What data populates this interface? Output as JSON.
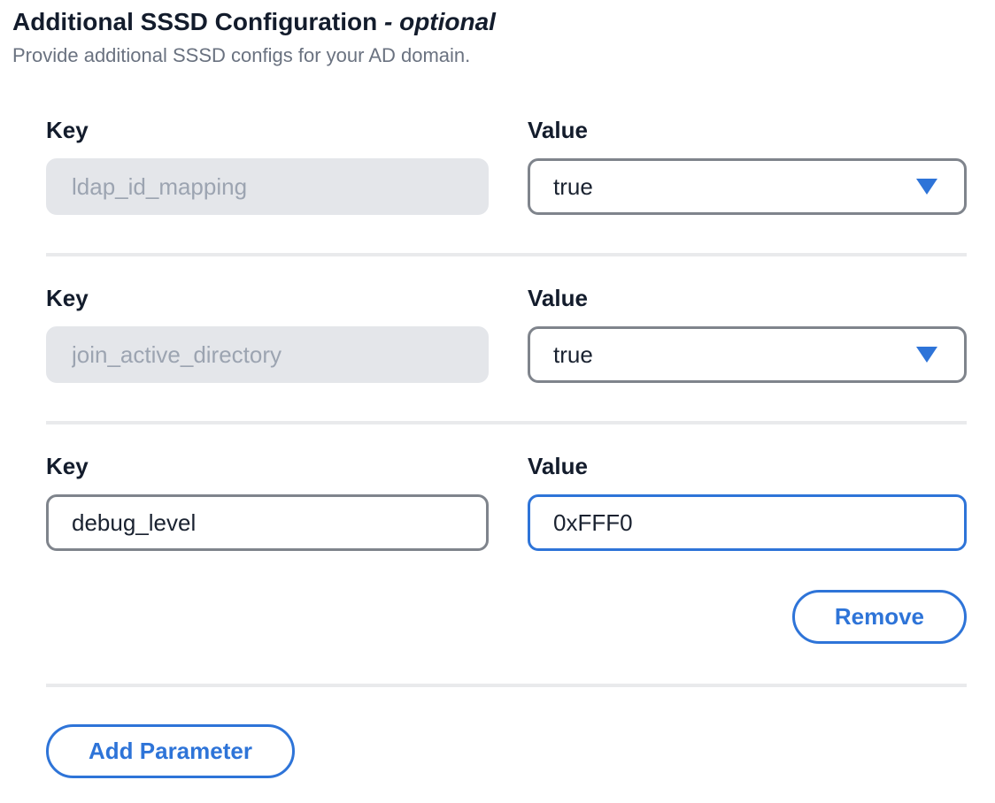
{
  "header": {
    "title": "Additional SSSD Configuration",
    "title_suffix": "- optional",
    "subtitle": "Provide additional SSSD configs for your AD domain."
  },
  "labels": {
    "key": "Key",
    "value": "Value"
  },
  "parameters": [
    {
      "key": "ldap_id_mapping",
      "value": "true",
      "key_state": "disabled",
      "value_control": "dropdown"
    },
    {
      "key": "join_active_directory",
      "value": "true",
      "key_state": "disabled",
      "value_control": "dropdown"
    },
    {
      "key": "debug_level",
      "value": "0xFFF0",
      "key_state": "editable",
      "value_control": "text-input-focused"
    }
  ],
  "buttons": {
    "remove": "Remove",
    "add_parameter": "Add Parameter"
  },
  "colors": {
    "accent_blue": "#2e74d8",
    "dark_text": "#131c2c",
    "muted_text": "#6a7280",
    "disabled_bg": "#e4e6ea",
    "disabled_text": "#9ca4b1",
    "border_gray": "#7f848c",
    "divider": "#e9eaec"
  }
}
